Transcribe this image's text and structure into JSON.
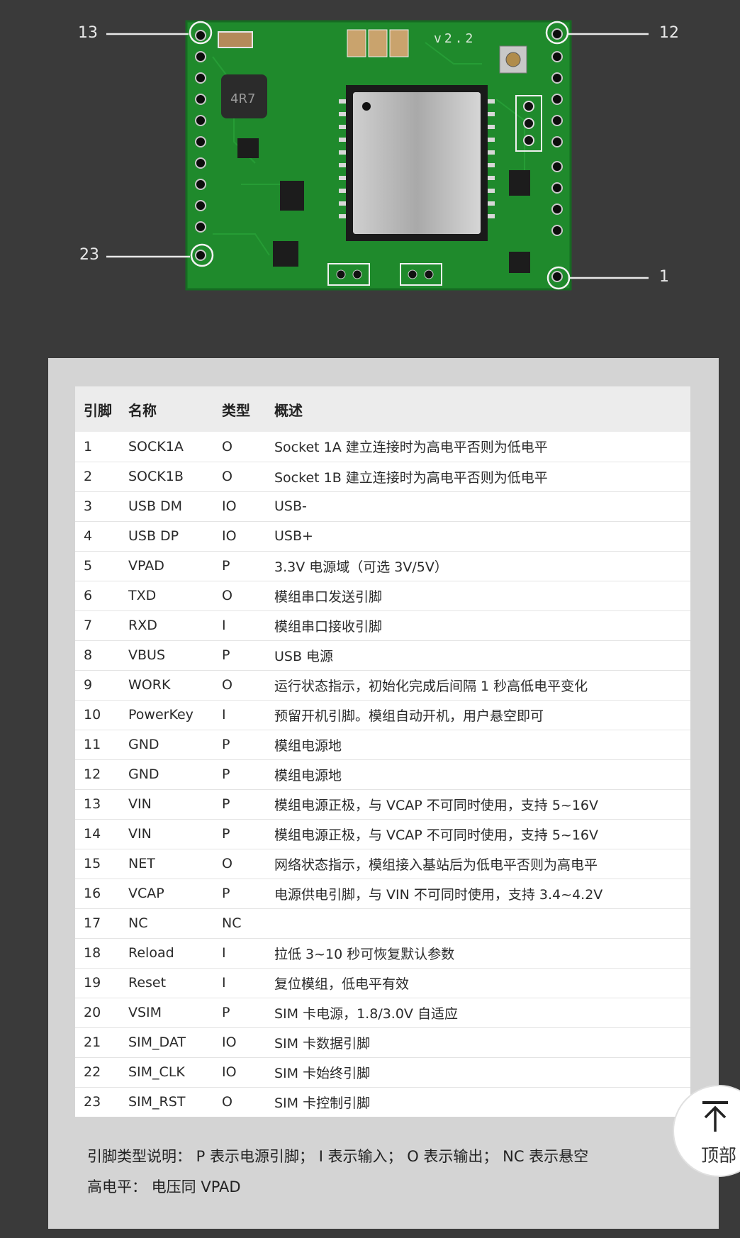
{
  "board": {
    "version_label": "v2.2",
    "chip_marking": "4R7",
    "pin_callouts": {
      "top_left": "13",
      "top_right": "12",
      "bottom_left": "23",
      "bottom_right": "1"
    }
  },
  "table": {
    "headers": {
      "pin": "引脚",
      "name": "名称",
      "type": "类型",
      "desc": "概述"
    },
    "rows": [
      {
        "pin": "1",
        "name": "SOCK1A",
        "type": "O",
        "desc": "Socket 1A 建立连接时为高电平否则为低电平"
      },
      {
        "pin": "2",
        "name": "SOCK1B",
        "type": "O",
        "desc": "Socket 1B 建立连接时为高电平否则为低电平"
      },
      {
        "pin": "3",
        "name": "USB DM",
        "type": "IO",
        "desc": "USB-"
      },
      {
        "pin": "4",
        "name": "USB DP",
        "type": "IO",
        "desc": "USB+"
      },
      {
        "pin": "5",
        "name": "VPAD",
        "type": "P",
        "desc": "3.3V 电源域（可选 3V/5V）"
      },
      {
        "pin": "6",
        "name": "TXD",
        "type": "O",
        "desc": "模组串口发送引脚"
      },
      {
        "pin": "7",
        "name": "RXD",
        "type": "I",
        "desc": "模组串口接收引脚"
      },
      {
        "pin": "8",
        "name": "VBUS",
        "type": "P",
        "desc": "USB 电源"
      },
      {
        "pin": "9",
        "name": "WORK",
        "type": "O",
        "desc": "运行状态指示，初始化完成后间隔 1 秒高低电平变化"
      },
      {
        "pin": "10",
        "name": "PowerKey",
        "type": "I",
        "desc": "预留开机引脚。模组自动开机，用户悬空即可"
      },
      {
        "pin": "11",
        "name": "GND",
        "type": "P",
        "desc": "模组电源地"
      },
      {
        "pin": "12",
        "name": "GND",
        "type": "P",
        "desc": "模组电源地"
      },
      {
        "pin": "13",
        "name": "VIN",
        "type": "P",
        "desc": "模组电源正极，与 VCAP 不可同时使用，支持 5~16V"
      },
      {
        "pin": "14",
        "name": "VIN",
        "type": "P",
        "desc": "模组电源正极，与 VCAP 不可同时使用，支持 5~16V"
      },
      {
        "pin": "15",
        "name": "NET",
        "type": "O",
        "desc": "网络状态指示，模组接入基站后为低电平否则为高电平"
      },
      {
        "pin": "16",
        "name": "VCAP",
        "type": "P",
        "desc": "电源供电引脚，与 VIN 不可同时使用，支持 3.4~4.2V"
      },
      {
        "pin": "17",
        "name": "NC",
        "type": "NC",
        "desc": ""
      },
      {
        "pin": "18",
        "name": "Reload",
        "type": "I",
        "desc": "拉低 3~10 秒可恢复默认参数"
      },
      {
        "pin": "19",
        "name": "Reset",
        "type": "I",
        "desc": "复位模组，低电平有效"
      },
      {
        "pin": "20",
        "name": "VSIM",
        "type": "P",
        "desc": "SIM 卡电源，1.8/3.0V 自适应"
      },
      {
        "pin": "21",
        "name": "SIM_DAT",
        "type": "IO",
        "desc": "SIM 卡数据引脚"
      },
      {
        "pin": "22",
        "name": "SIM_CLK",
        "type": "IO",
        "desc": "SIM 卡始终引脚"
      },
      {
        "pin": "23",
        "name": "SIM_RST",
        "type": "O",
        "desc": "SIM 卡控制引脚"
      }
    ]
  },
  "legend": {
    "line1": "引脚类型说明： P 表示电源引脚； I 表示输入； O 表示输出； NC 表示悬空",
    "line2": "高电平： 电压同 VPAD"
  },
  "top_button": {
    "label": "顶部",
    "icon": "arrow-up-to-top-icon"
  },
  "colors": {
    "pcb_green": "#1f8a2c",
    "background": "#3a3a3a",
    "panel": "#d4d4d4"
  }
}
